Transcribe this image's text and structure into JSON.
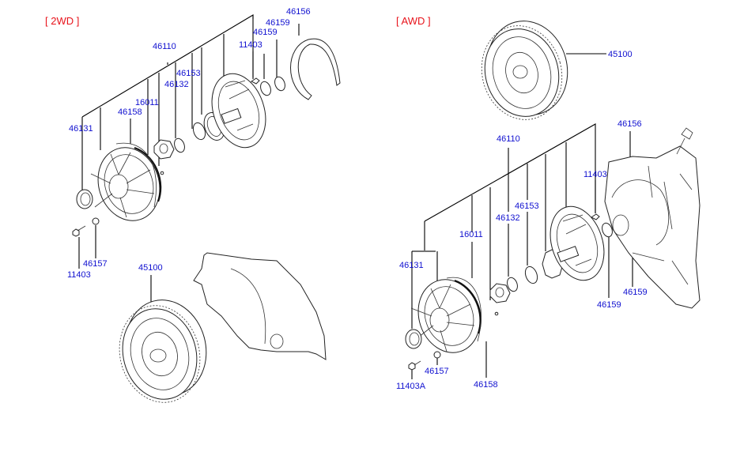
{
  "sections": {
    "left": {
      "title": "[ 2WD ]"
    },
    "right": {
      "title": "[ AWD ]"
    }
  },
  "colors": {
    "section_title": "#e8141c",
    "part_label": "#1010d0",
    "line": "#000000",
    "background": "#ffffff"
  },
  "left_labels": [
    {
      "id": "46156",
      "text": "46156"
    },
    {
      "id": "46159a",
      "text": "46159"
    },
    {
      "id": "46159b",
      "text": "46159"
    },
    {
      "id": "46110",
      "text": "46110"
    },
    {
      "id": "11403",
      "text": "11403"
    },
    {
      "id": "46153",
      "text": "46153"
    },
    {
      "id": "46132",
      "text": "46132"
    },
    {
      "id": "16011",
      "text": "16011"
    },
    {
      "id": "46158",
      "text": "46158"
    },
    {
      "id": "46131",
      "text": "46131"
    },
    {
      "id": "46157",
      "text": "46157"
    },
    {
      "id": "11403b",
      "text": "11403"
    },
    {
      "id": "45100",
      "text": "45100"
    }
  ],
  "right_labels": [
    {
      "id": "45100",
      "text": "45100"
    },
    {
      "id": "46156",
      "text": "46156"
    },
    {
      "id": "46110",
      "text": "46110"
    },
    {
      "id": "11403",
      "text": "11403"
    },
    {
      "id": "46153",
      "text": "46153"
    },
    {
      "id": "46132",
      "text": "46132"
    },
    {
      "id": "16011",
      "text": "16011"
    },
    {
      "id": "46131",
      "text": "46131"
    },
    {
      "id": "46159a",
      "text": "46159"
    },
    {
      "id": "46159b",
      "text": "46159"
    },
    {
      "id": "46157",
      "text": "46157"
    },
    {
      "id": "11403A",
      "text": "11403A"
    },
    {
      "id": "46158",
      "text": "46158"
    }
  ],
  "components": [
    {
      "name": "oil-pump-assembly"
    },
    {
      "name": "oil-pump-housing"
    },
    {
      "name": "oil-seal"
    },
    {
      "name": "pump-gear-drive"
    },
    {
      "name": "pump-gear-driven"
    },
    {
      "name": "o-ring"
    },
    {
      "name": "gasket"
    },
    {
      "name": "bolt"
    },
    {
      "name": "washer"
    },
    {
      "name": "torque-converter"
    },
    {
      "name": "transmission-housing"
    }
  ]
}
